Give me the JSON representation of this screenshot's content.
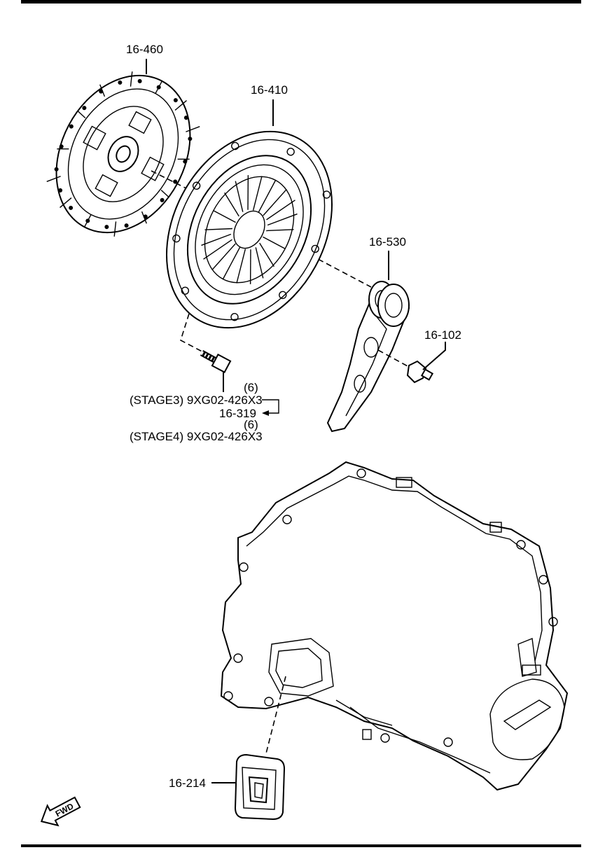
{
  "colors": {
    "ink": "#000000",
    "paper": "#ffffff"
  },
  "parts": {
    "clutch_disc": "16-460",
    "clutch_cover": "16-410",
    "release_bearing": "16-530",
    "fitting": "16-102",
    "bolt": "16-319",
    "boot": "16-214"
  },
  "bolt_notes": {
    "stage3_qty": "(6)",
    "stage3": "(STAGE3) 9XG02-426X3",
    "stage4_qty": "(6)",
    "stage4": "(STAGE4) 9XG02-426X3"
  },
  "fwd_label": "FWD",
  "fwd_icon": "fwd-arrow-icon"
}
